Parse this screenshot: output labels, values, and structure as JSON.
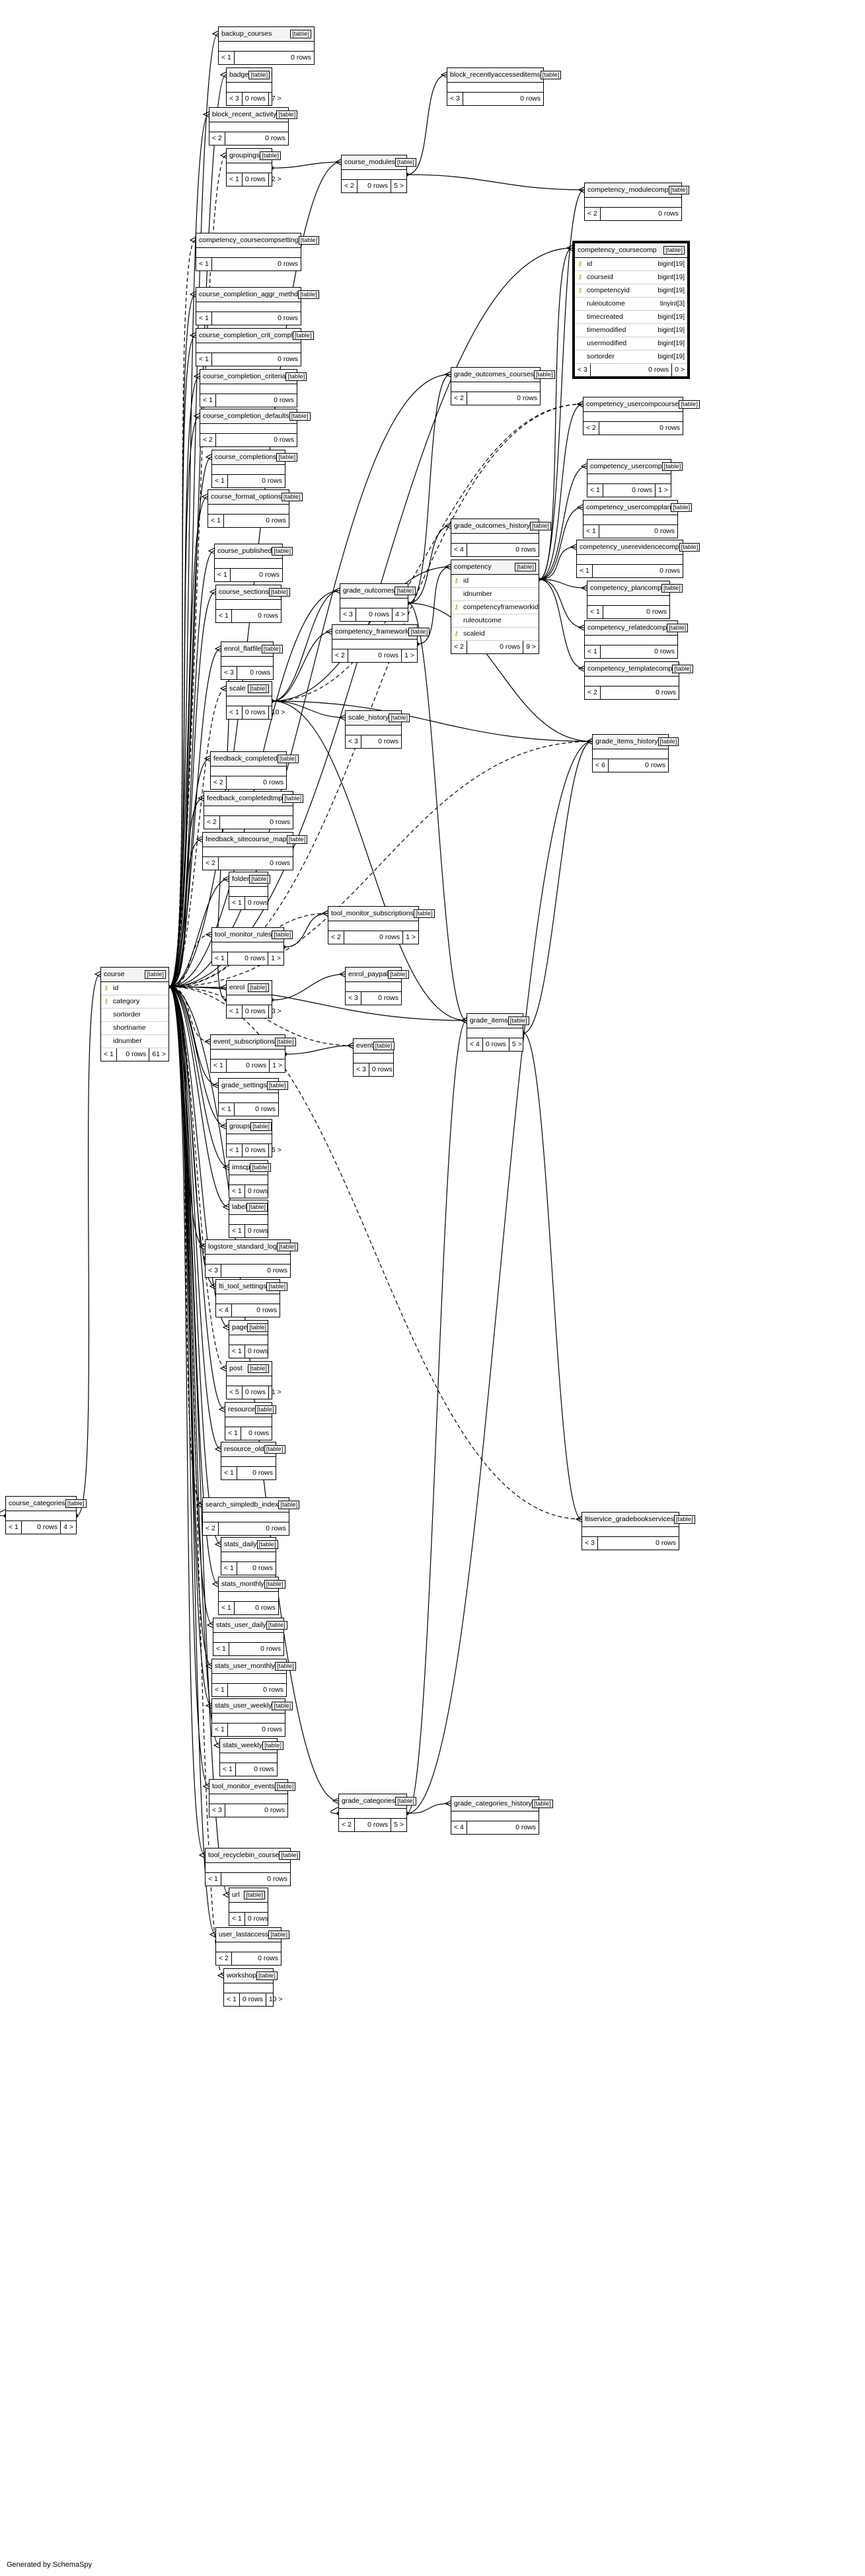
{
  "footer": "Generated by SchemaSpy",
  "tables": [
    {
      "name": "backup_courses",
      "tag": "[table]",
      "parents": "< 1",
      "rows": "0 rows",
      "children": ""
    },
    {
      "name": "badge",
      "tag": "[table]",
      "parents": "< 3",
      "rows": "0 rows",
      "children": "7 >"
    },
    {
      "name": "block_recent_activity",
      "tag": "[table]",
      "parents": "< 2",
      "rows": "0 rows",
      "children": ""
    },
    {
      "name": "groupings",
      "tag": "[table]",
      "parents": "< 1",
      "rows": "0 rows",
      "children": "2 >"
    },
    {
      "name": "course_modules",
      "tag": "[table]",
      "parents": "< 2",
      "rows": "0 rows",
      "children": "5 >"
    },
    {
      "name": "block_recentlyaccesseditems",
      "tag": "[table]",
      "parents": "< 3",
      "rows": "0 rows",
      "children": ""
    },
    {
      "name": "competency_modulecomp",
      "tag": "[table]",
      "parents": "< 2",
      "rows": "0 rows",
      "children": ""
    },
    {
      "name": "competency_coursecompsetting",
      "tag": "[table]",
      "parents": "< 1",
      "rows": "0 rows",
      "children": ""
    },
    {
      "name": "competency_coursecomp",
      "tag": "[table]",
      "parents": "< 3",
      "rows": "0 rows",
      "children": "0 >",
      "focus": true,
      "columns": [
        {
          "name": "id",
          "type": "bigint[19]",
          "key": true
        },
        {
          "name": "courseid",
          "type": "bigint[19]",
          "key": true
        },
        {
          "name": "competencyid",
          "type": "bigint[19]",
          "key": true
        },
        {
          "name": "ruleoutcome",
          "type": "tinyint[3]"
        },
        {
          "name": "timecreated",
          "type": "bigint[19]"
        },
        {
          "name": "timemodified",
          "type": "bigint[19]"
        },
        {
          "name": "usermodified",
          "type": "bigint[19]"
        },
        {
          "name": "sortorder",
          "type": "bigint[19]"
        }
      ]
    },
    {
      "name": "course_completion_aggr_methd",
      "tag": "[table]",
      "parents": "< 1",
      "rows": "0 rows",
      "children": ""
    },
    {
      "name": "course_completion_crit_compl",
      "tag": "[table]",
      "parents": "< 1",
      "rows": "0 rows",
      "children": ""
    },
    {
      "name": "course_completion_criteria",
      "tag": "[table]",
      "parents": "< 1",
      "rows": "0 rows",
      "children": ""
    },
    {
      "name": "grade_outcomes_courses",
      "tag": "[table]",
      "parents": "< 2",
      "rows": "0 rows",
      "children": ""
    },
    {
      "name": "competency_usercompcourse",
      "tag": "[table]",
      "parents": "< 2",
      "rows": "0 rows",
      "children": ""
    },
    {
      "name": "course_completion_defaults",
      "tag": "[table]",
      "parents": "< 2",
      "rows": "0 rows",
      "children": ""
    },
    {
      "name": "competency_usercomp",
      "tag": "[table]",
      "parents": "< 1",
      "rows": "0 rows",
      "children": "1 >"
    },
    {
      "name": "course_completions",
      "tag": "[table]",
      "parents": "< 1",
      "rows": "0 rows",
      "children": ""
    },
    {
      "name": "competency_usercompplan",
      "tag": "[table]",
      "parents": "< 1",
      "rows": "0 rows",
      "children": ""
    },
    {
      "name": "course_format_options",
      "tag": "[table]",
      "parents": "< 1",
      "rows": "0 rows",
      "children": ""
    },
    {
      "name": "grade_outcomes_history",
      "tag": "[table]",
      "parents": "< 4",
      "rows": "0 rows",
      "children": ""
    },
    {
      "name": "competency_userevidencecomp",
      "tag": "[table]",
      "parents": "< 1",
      "rows": "0 rows",
      "children": ""
    },
    {
      "name": "course_published",
      "tag": "[table]",
      "parents": "< 1",
      "rows": "0 rows",
      "children": ""
    },
    {
      "name": "competency",
      "tag": "[table]",
      "parents": "< 2",
      "rows": "0 rows",
      "children": "9 >",
      "columns": [
        {
          "name": "id",
          "type": "",
          "key": true
        },
        {
          "name": "idnumber",
          "type": ""
        },
        {
          "name": "competencyframeworkid",
          "type": "",
          "key": true
        },
        {
          "name": "ruleoutcome",
          "type": ""
        },
        {
          "name": "scaleid",
          "type": "",
          "key": true
        }
      ]
    },
    {
      "name": "competency_plancomp",
      "tag": "[table]",
      "parents": "< 1",
      "rows": "0 rows",
      "children": ""
    },
    {
      "name": "course_sections",
      "tag": "[table]",
      "parents": "< 1",
      "rows": "0 rows",
      "children": ""
    },
    {
      "name": "grade_outcomes",
      "tag": "[table]",
      "parents": "< 3",
      "rows": "0 rows",
      "children": "4 >"
    },
    {
      "name": "competency_framework",
      "tag": "[table]",
      "parents": "< 2",
      "rows": "0 rows",
      "children": "1 >"
    },
    {
      "name": "competency_relatedcomp",
      "tag": "[table]",
      "parents": "< 1",
      "rows": "0 rows",
      "children": ""
    },
    {
      "name": "enrol_flatfile",
      "tag": "[table]",
      "parents": "< 3",
      "rows": "0 rows",
      "children": ""
    },
    {
      "name": "competency_templatecomp",
      "tag": "[table]",
      "parents": "< 2",
      "rows": "0 rows",
      "children": ""
    },
    {
      "name": "scale",
      "tag": "[table]",
      "parents": "< 1",
      "rows": "0 rows",
      "children": "10 >"
    },
    {
      "name": "scale_history",
      "tag": "[table]",
      "parents": "< 3",
      "rows": "0 rows",
      "children": ""
    },
    {
      "name": "grade_items_history",
      "tag": "[table]",
      "parents": "< 6",
      "rows": "0 rows",
      "children": ""
    },
    {
      "name": "feedback_completed",
      "tag": "[table]",
      "parents": "< 2",
      "rows": "0 rows",
      "children": ""
    },
    {
      "name": "feedback_completedtmp",
      "tag": "[table]",
      "parents": "< 2",
      "rows": "0 rows",
      "children": ""
    },
    {
      "name": "feedback_sitecourse_map",
      "tag": "[table]",
      "parents": "< 2",
      "rows": "0 rows",
      "children": ""
    },
    {
      "name": "folder",
      "tag": "[table]",
      "parents": "< 1",
      "rows": "0 rows",
      "children": ""
    },
    {
      "name": "tool_monitor_subscriptions",
      "tag": "[table]",
      "parents": "< 2",
      "rows": "0 rows",
      "children": "1 >"
    },
    {
      "name": "tool_monitor_rules",
      "tag": "[table]",
      "parents": "< 1",
      "rows": "0 rows",
      "children": "1 >"
    },
    {
      "name": "course",
      "tag": "[table]",
      "parents": "< 1",
      "rows": "0 rows",
      "children": "61 >",
      "columns": [
        {
          "name": "id",
          "type": "",
          "key": true
        },
        {
          "name": "category",
          "type": "",
          "key": true
        },
        {
          "name": "sortorder",
          "type": ""
        },
        {
          "name": "shortname",
          "type": ""
        },
        {
          "name": "idnumber",
          "type": ""
        }
      ]
    },
    {
      "name": "enrol_paypal",
      "tag": "[table]",
      "parents": "< 3",
      "rows": "0 rows",
      "children": ""
    },
    {
      "name": "enrol",
      "tag": "[table]",
      "parents": "< 1",
      "rows": "0 rows",
      "children": "3 >"
    },
    {
      "name": "grade_items",
      "tag": "[table]",
      "parents": "< 4",
      "rows": "0 rows",
      "children": "5 >"
    },
    {
      "name": "event_subscriptions",
      "tag": "[table]",
      "parents": "< 1",
      "rows": "0 rows",
      "children": "1 >"
    },
    {
      "name": "event",
      "tag": "[table]",
      "parents": "< 3",
      "rows": "0 rows",
      "children": ""
    },
    {
      "name": "grade_settings",
      "tag": "[table]",
      "parents": "< 1",
      "rows": "0 rows",
      "children": ""
    },
    {
      "name": "groups",
      "tag": "[table]",
      "parents": "< 1",
      "rows": "0 rows",
      "children": "5 >"
    },
    {
      "name": "imscp",
      "tag": "[table]",
      "parents": "< 1",
      "rows": "0 rows",
      "children": ""
    },
    {
      "name": "label",
      "tag": "[table]",
      "parents": "< 1",
      "rows": "0 rows",
      "children": ""
    },
    {
      "name": "logstore_standard_log",
      "tag": "[table]",
      "parents": "< 3",
      "rows": "0 rows",
      "children": ""
    },
    {
      "name": "lti_tool_settings",
      "tag": "[table]",
      "parents": "< 4",
      "rows": "0 rows",
      "children": ""
    },
    {
      "name": "page",
      "tag": "[table]",
      "parents": "< 1",
      "rows": "0 rows",
      "children": ""
    },
    {
      "name": "post",
      "tag": "[table]",
      "parents": "< 5",
      "rows": "0 rows",
      "children": "1 >"
    },
    {
      "name": "resource",
      "tag": "[table]",
      "parents": "< 1",
      "rows": "0 rows",
      "children": ""
    },
    {
      "name": "resource_old",
      "tag": "[table]",
      "parents": "< 1",
      "rows": "0 rows",
      "children": ""
    },
    {
      "name": "course_categories",
      "tag": "[table]",
      "parents": "< 1",
      "rows": "0 rows",
      "children": "4 >"
    },
    {
      "name": "search_simpledb_index",
      "tag": "[table]",
      "parents": "< 2",
      "rows": "0 rows",
      "children": ""
    },
    {
      "name": "ltiservice_gradebookservices",
      "tag": "[table]",
      "parents": "< 3",
      "rows": "0 rows",
      "children": ""
    },
    {
      "name": "stats_daily",
      "tag": "[table]",
      "parents": "< 1",
      "rows": "0 rows",
      "children": ""
    },
    {
      "name": "stats_monthly",
      "tag": "[table]",
      "parents": "< 1",
      "rows": "0 rows",
      "children": ""
    },
    {
      "name": "stats_user_daily",
      "tag": "[table]",
      "parents": "< 1",
      "rows": "0 rows",
      "children": ""
    },
    {
      "name": "stats_user_monthly",
      "tag": "[table]",
      "parents": "< 1",
      "rows": "0 rows",
      "children": ""
    },
    {
      "name": "stats_user_weekly",
      "tag": "[table]",
      "parents": "< 1",
      "rows": "0 rows",
      "children": ""
    },
    {
      "name": "stats_weekly",
      "tag": "[table]",
      "parents": "< 1",
      "rows": "0 rows",
      "children": ""
    },
    {
      "name": "tool_monitor_events",
      "tag": "[table]",
      "parents": "< 3",
      "rows": "0 rows",
      "children": ""
    },
    {
      "name": "grade_categories",
      "tag": "[table]",
      "parents": "< 2",
      "rows": "0 rows",
      "children": "5 >"
    },
    {
      "name": "grade_categories_history",
      "tag": "[table]",
      "parents": "< 4",
      "rows": "0 rows",
      "children": ""
    },
    {
      "name": "tool_recyclebin_course",
      "tag": "[table]",
      "parents": "< 1",
      "rows": "0 rows",
      "children": ""
    },
    {
      "name": "url",
      "tag": "[table]",
      "parents": "< 1",
      "rows": "0 rows",
      "children": ""
    },
    {
      "name": "user_lastaccess",
      "tag": "[table]",
      "parents": "< 2",
      "rows": "0 rows",
      "children": ""
    },
    {
      "name": "workshop",
      "tag": "[table]",
      "parents": "< 1",
      "rows": "0 rows",
      "children": "10 >"
    }
  ]
}
